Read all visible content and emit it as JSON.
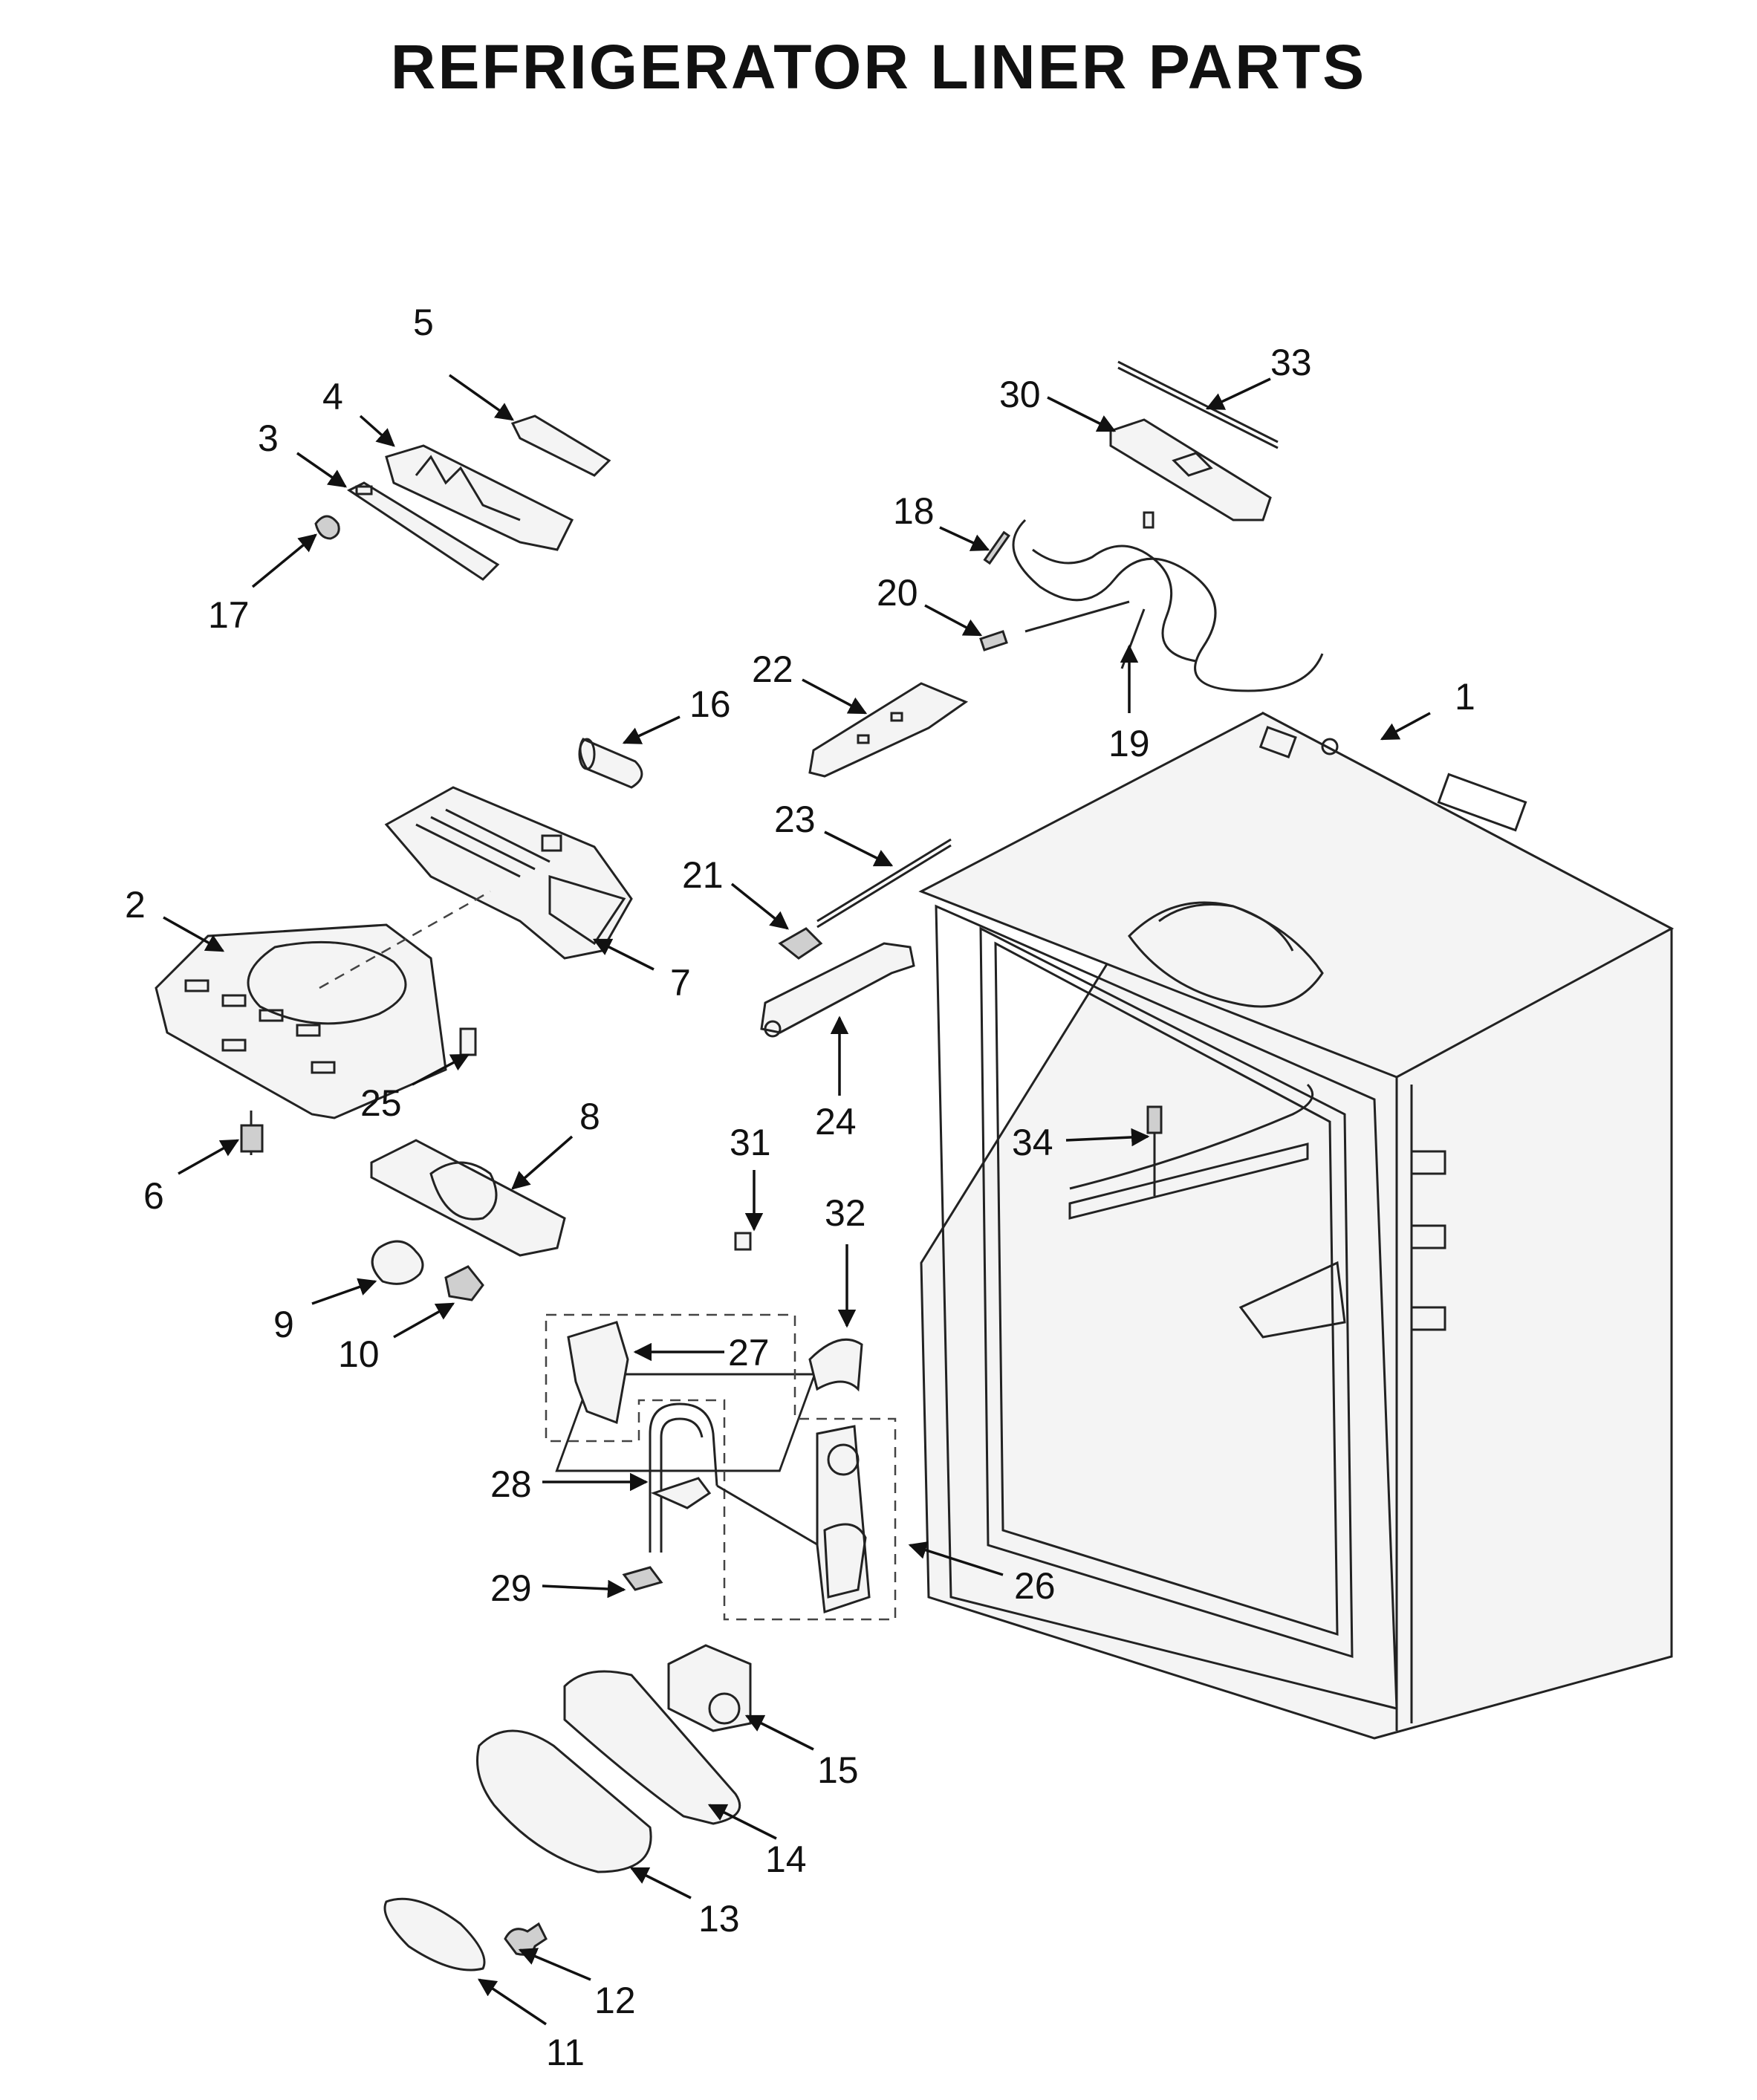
{
  "title": "REFRIGERATOR LINER PARTS",
  "callouts": [
    {
      "id": "1",
      "label": "1"
    },
    {
      "id": "2",
      "label": "2"
    },
    {
      "id": "3",
      "label": "3"
    },
    {
      "id": "4",
      "label": "4"
    },
    {
      "id": "5",
      "label": "5"
    },
    {
      "id": "6",
      "label": "6"
    },
    {
      "id": "7",
      "label": "7"
    },
    {
      "id": "8",
      "label": "8"
    },
    {
      "id": "9",
      "label": "9"
    },
    {
      "id": "10",
      "label": "10"
    },
    {
      "id": "11",
      "label": "11"
    },
    {
      "id": "12",
      "label": "12"
    },
    {
      "id": "13",
      "label": "13"
    },
    {
      "id": "14",
      "label": "14"
    },
    {
      "id": "15",
      "label": "15"
    },
    {
      "id": "16",
      "label": "16"
    },
    {
      "id": "17",
      "label": "17"
    },
    {
      "id": "18",
      "label": "18"
    },
    {
      "id": "19",
      "label": "19"
    },
    {
      "id": "20",
      "label": "20"
    },
    {
      "id": "21",
      "label": "21"
    },
    {
      "id": "22",
      "label": "22"
    },
    {
      "id": "23",
      "label": "23"
    },
    {
      "id": "24",
      "label": "24"
    },
    {
      "id": "25",
      "label": "25"
    },
    {
      "id": "26",
      "label": "26"
    },
    {
      "id": "27",
      "label": "27"
    },
    {
      "id": "28",
      "label": "28"
    },
    {
      "id": "29",
      "label": "29"
    },
    {
      "id": "30",
      "label": "30"
    },
    {
      "id": "31",
      "label": "31"
    },
    {
      "id": "32",
      "label": "32"
    },
    {
      "id": "33",
      "label": "33"
    },
    {
      "id": "34",
      "label": "34"
    }
  ]
}
